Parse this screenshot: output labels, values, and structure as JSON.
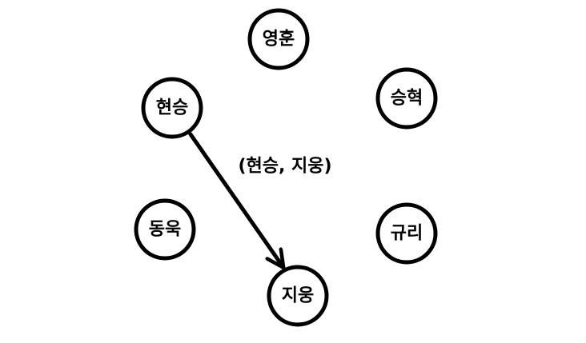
{
  "diagram": {
    "nodes": [
      {
        "id": "top",
        "label": "영훈"
      },
      {
        "id": "top-left",
        "label": "현승"
      },
      {
        "id": "top-right",
        "label": "승혁"
      },
      {
        "id": "bottom-left",
        "label": "동욱"
      },
      {
        "id": "bottom-right",
        "label": "규리"
      },
      {
        "id": "bottom",
        "label": "지웅"
      }
    ],
    "edges": [
      {
        "from": "top-left",
        "to": "bottom",
        "label": "(현승, 지웅)",
        "directed": true
      }
    ],
    "colors": {
      "stroke": "#000000",
      "background": "#ffffff"
    }
  }
}
